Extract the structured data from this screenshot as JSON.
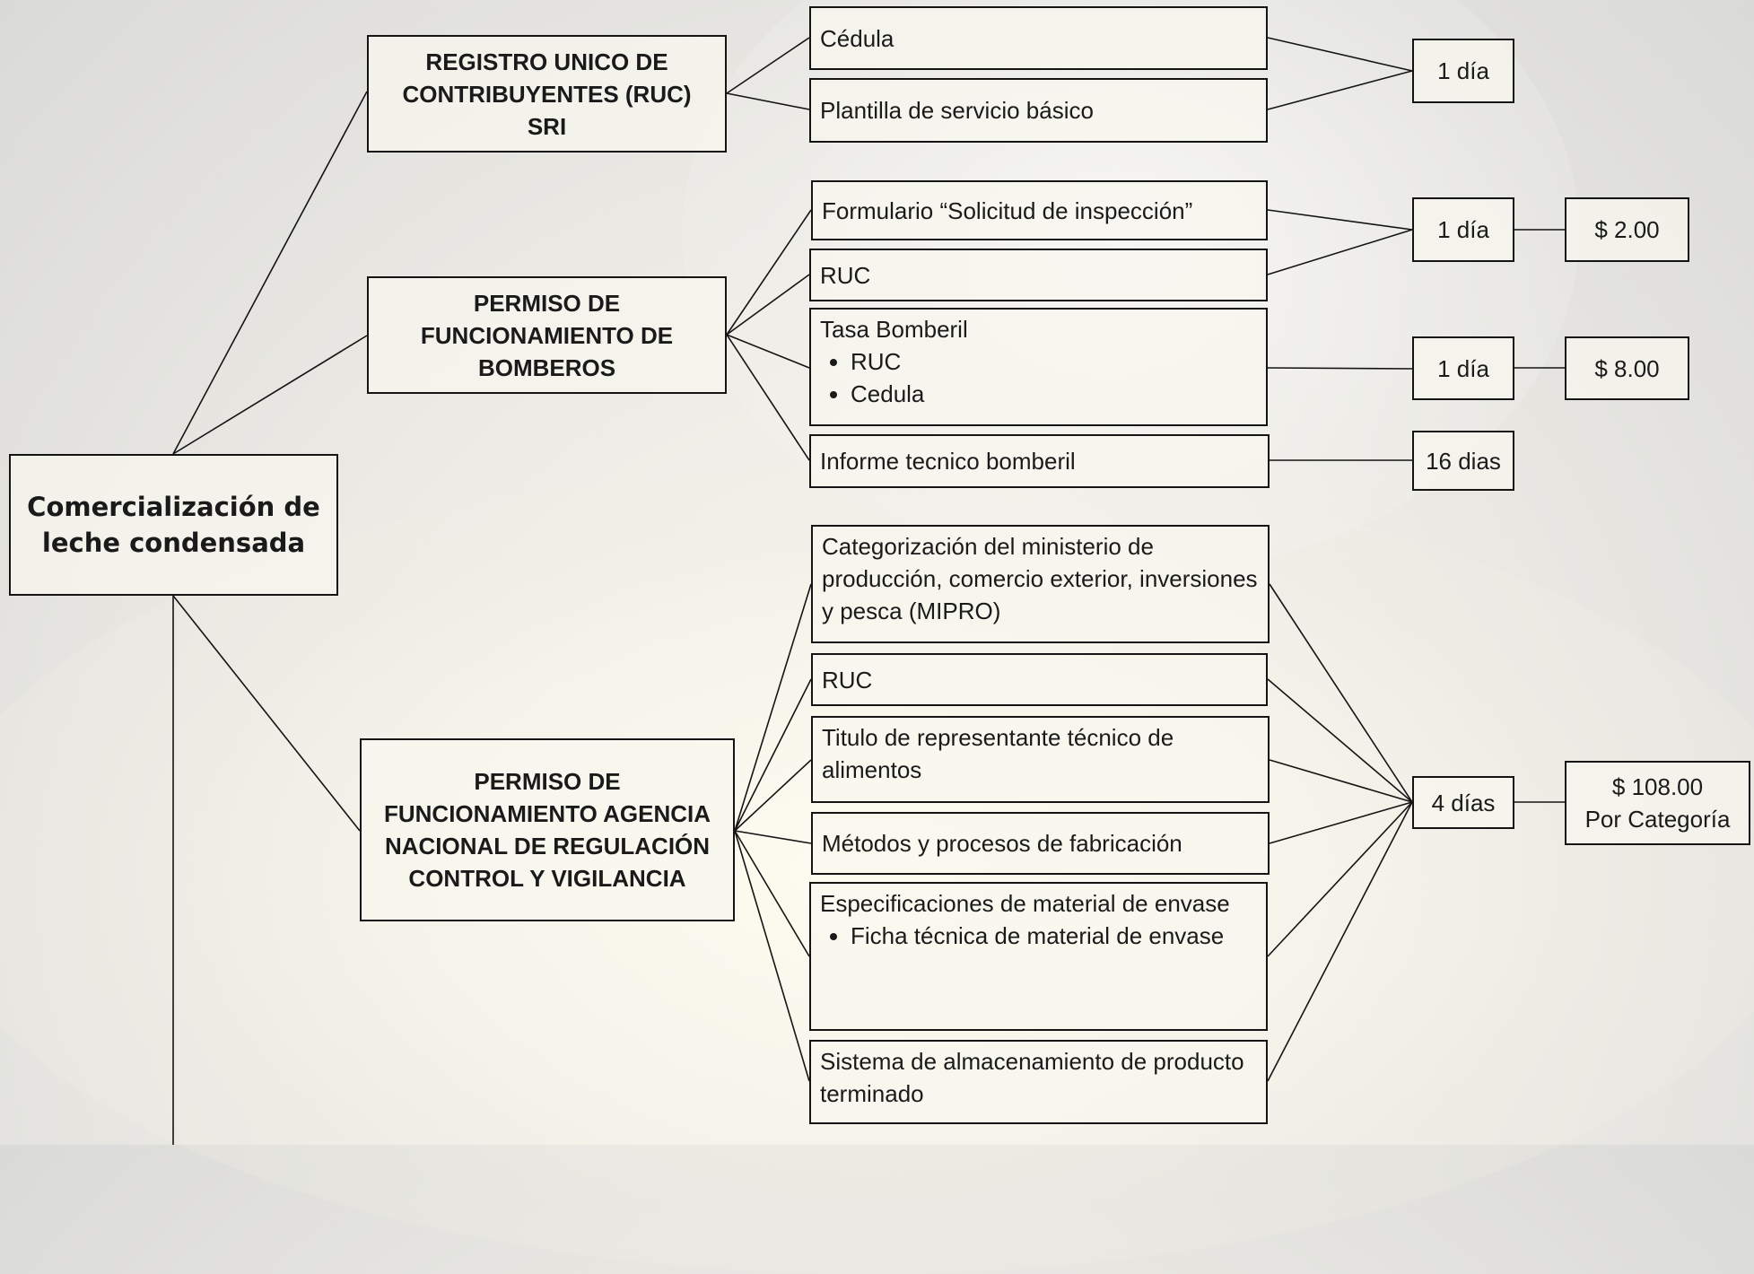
{
  "root": {
    "label": "Comercialización de leche condensada"
  },
  "permits": [
    {
      "title": "REGISTRO UNICO DE CONTRIBUYENTES (RUC) SRI",
      "requirements": [
        {
          "text": "Cédula"
        },
        {
          "text": "Plantilla de servicio básico"
        }
      ],
      "durations": [
        "1 día"
      ]
    },
    {
      "title": "PERMISO DE FUNCIONAMIENTO DE BOMBEROS",
      "requirements": [
        {
          "text": "Formulario “Solicitud de inspección”"
        },
        {
          "text": "RUC"
        },
        {
          "text": "Tasa Bomberil",
          "bullets": [
            "RUC",
            "Cedula"
          ]
        },
        {
          "text": "Informe tecnico bomberil"
        }
      ],
      "durations": [
        "1 día",
        "1 día",
        "16 dias"
      ],
      "costs": [
        "$ 2.00",
        "$ 8.00"
      ]
    },
    {
      "title": "PERMISO DE FUNCIONAMIENTO AGENCIA NACIONAL DE REGULACIÓN CONTROL Y VIGILANCIA",
      "requirements": [
        {
          "text": "Categorización del ministerio de producción, comercio exterior, inversiones y pesca (MIPRO)"
        },
        {
          "text": "RUC"
        },
        {
          "text": "Titulo de representante técnico de alimentos"
        },
        {
          "text": "Métodos y procesos de fabricación"
        },
        {
          "text": "Especificaciones de material de envase",
          "bullets": [
            "Ficha técnica de material de envase"
          ]
        },
        {
          "text": "Sistema de almacenamiento de producto terminado"
        }
      ],
      "durations": [
        "4 días"
      ],
      "costs": [
        "$ 108.00",
        "Por Categoría"
      ]
    }
  ]
}
